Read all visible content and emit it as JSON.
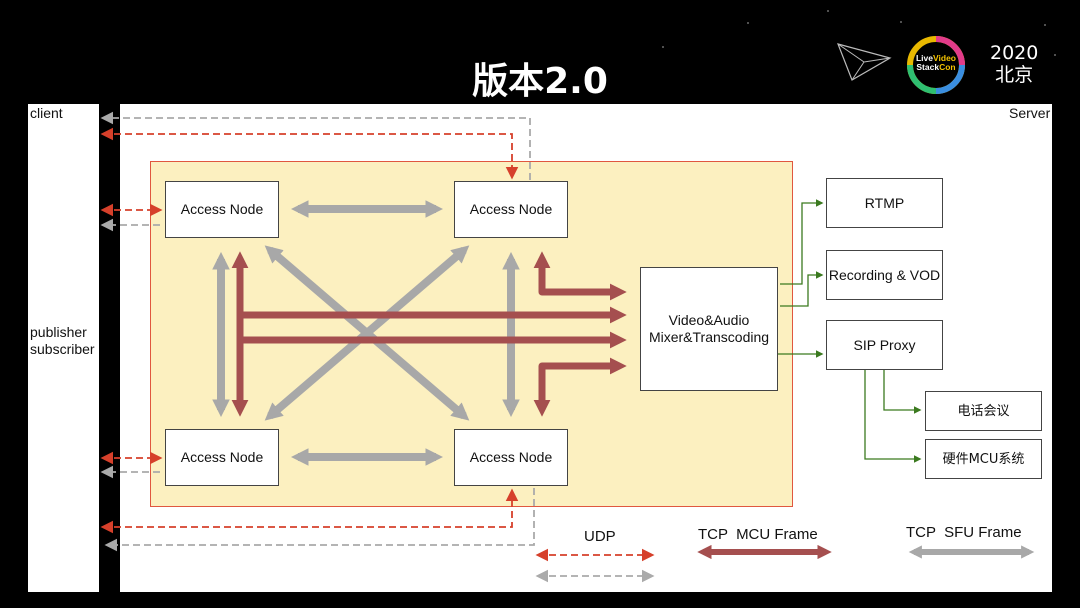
{
  "title": "版本2.0",
  "logo": {
    "line1": "Live",
    "line1b": "Video",
    "line2": "Stack",
    "line2b": "Con",
    "year": "2020",
    "city": "北京"
  },
  "panels": {
    "client_label": "client",
    "server_label": "Server",
    "publisher_label": "publisher",
    "subscriber_label": "subscriber"
  },
  "nodes": {
    "top_left": "Access Node",
    "top_right": "Access Node",
    "bottom_left": "Access Node",
    "bottom_right": "Access Node"
  },
  "mixer": {
    "line1": "Video&Audio",
    "line2": "Mixer&Transcoding"
  },
  "outputs": {
    "rtmp": "RTMP",
    "recording": "Recording & VOD",
    "sip": "SIP Proxy",
    "phone": "电话会议",
    "mcu": "硬件MCU系统"
  },
  "legend": {
    "udp": "UDP",
    "tcp_mcu": "TCP  MCU Frame",
    "tcp_sfu": "TCP  SFU Frame"
  },
  "colors": {
    "udp_red": "#d6402b",
    "udp_gray": "#aaaaaa",
    "mcu_frame": "#a54f4f",
    "sfu_frame": "#a8a8a8",
    "green_line": "#3b7a1f",
    "yellow_area": "#fcf0c0"
  }
}
